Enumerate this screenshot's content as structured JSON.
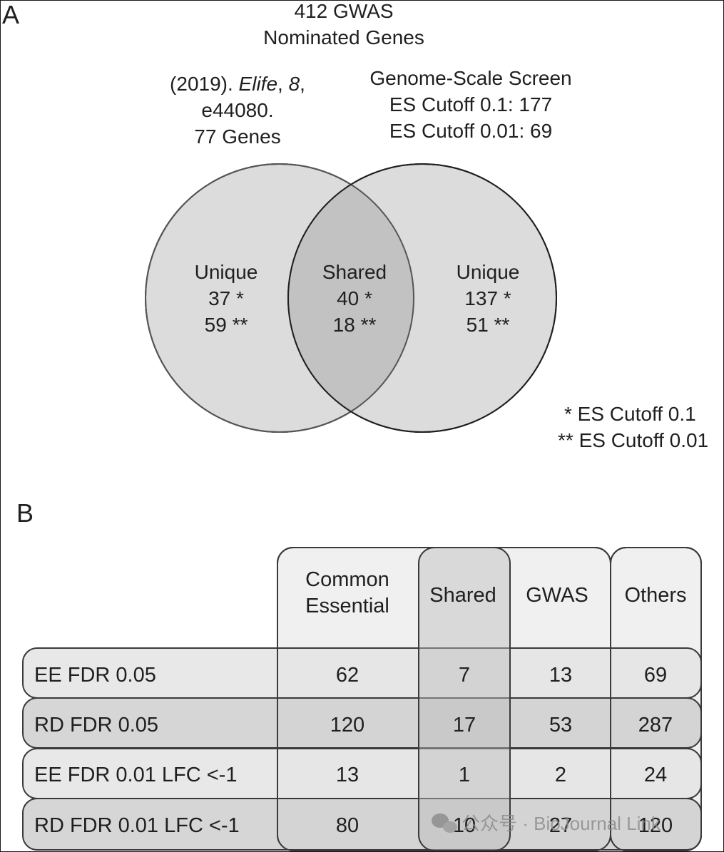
{
  "panel_a": {
    "letter": "A",
    "title": [
      "412 GWAS",
      "Nominated Genes"
    ],
    "left_source": {
      "citation_pre": "(2019). ",
      "citation_journal": "Elife",
      "citation_sep1": ", ",
      "citation_volume": "8",
      "citation_sep2": ",",
      "citation_id": "e44080.",
      "genes": "77 Genes"
    },
    "right_source": [
      "Genome-Scale Screen",
      "ES Cutoff 0.1: 177",
      "ES Cutoff 0.01: 69"
    ],
    "venn": {
      "left": {
        "title": "Unique",
        "star": "37 *",
        "dstar": "59 **"
      },
      "shared": {
        "title": "Shared",
        "star": "40 *",
        "dstar": "18 **"
      },
      "right": {
        "title": "Unique",
        "star": "137 *",
        "dstar": "51 **"
      }
    },
    "legend": [
      "* ES Cutoff 0.1",
      "** ES Cutoff 0.01"
    ],
    "colors": {
      "circle_fill": "#dcdcdc",
      "overlap_fill": "#c2c2c2",
      "stroke": "#1f1f1f"
    }
  },
  "panel_b": {
    "letter": "B",
    "columns": [
      {
        "lines": [
          "Common",
          "Essential"
        ]
      },
      {
        "lines": [
          "Shared"
        ]
      },
      {
        "lines": [
          "GWAS"
        ]
      },
      {
        "lines": [
          "Others"
        ]
      }
    ],
    "rows": [
      {
        "label": "EE FDR 0.05",
        "values": [
          "62",
          "7",
          "13",
          "69"
        ]
      },
      {
        "label": "RD FDR 0.05",
        "values": [
          "120",
          "17",
          "53",
          "287"
        ]
      },
      {
        "label": "EE FDR 0.01 LFC <-1",
        "values": [
          "13",
          "1",
          "2",
          "24"
        ]
      },
      {
        "label": "RD FDR 0.01 LFC <-1",
        "values": [
          "80",
          "10",
          "27",
          "120"
        ]
      }
    ],
    "colors": {
      "row_light": "#ececec",
      "row_dark": "#d6d6d6",
      "header_fill": "#f0f0f0",
      "shared_fill": "#d0d0d0",
      "stroke": "#3a3a3a"
    }
  },
  "watermark": "公众号 · BioJournal Link"
}
